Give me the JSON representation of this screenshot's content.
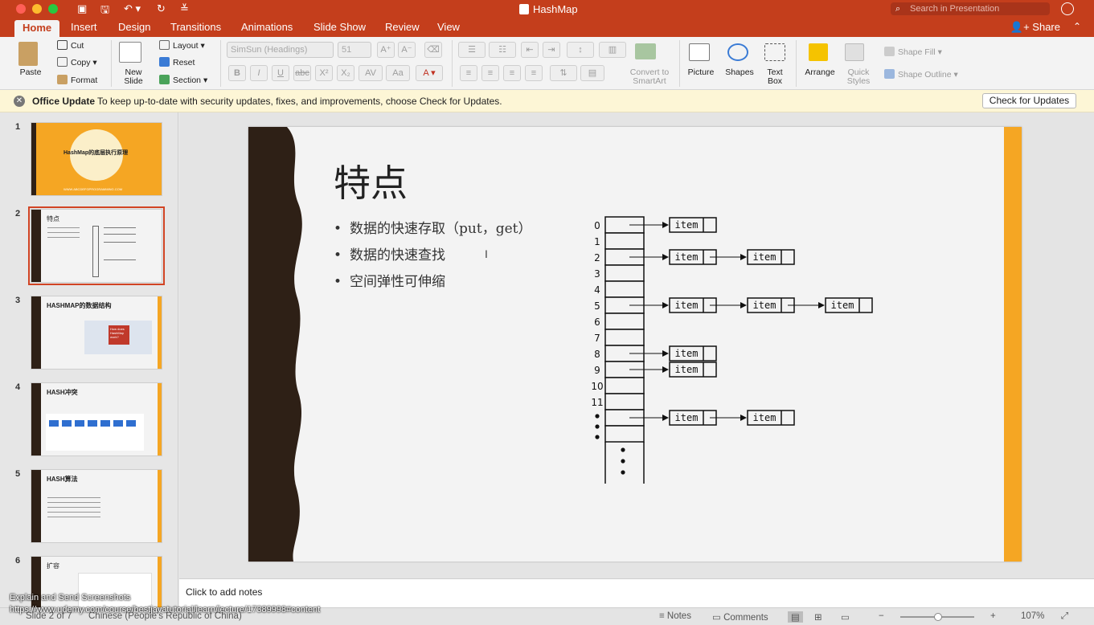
{
  "window": {
    "title": "HashMap",
    "search_placeholder": "Search in Presentation",
    "share_label": "Share"
  },
  "tabs": [
    "Home",
    "Insert",
    "Design",
    "Transitions",
    "Animations",
    "Slide Show",
    "Review",
    "View"
  ],
  "ribbon": {
    "paste": "Paste",
    "cut": "Cut",
    "copy": "Copy",
    "format": "Format",
    "new_slide_1": "New",
    "new_slide_2": "Slide",
    "layout": "Layout",
    "reset": "Reset",
    "section": "Section",
    "font_name": "SimSun (Headings)",
    "font_size": "51",
    "convert_1": "Convert to",
    "convert_2": "SmartArt",
    "picture": "Picture",
    "shapes": "Shapes",
    "textbox_1": "Text",
    "textbox_2": "Box",
    "arrange": "Arrange",
    "quick_1": "Quick",
    "quick_2": "Styles",
    "shape_fill": "Shape Fill",
    "shape_outline": "Shape Outline"
  },
  "update_bar": {
    "title": "Office Update",
    "message": "To keep up-to-date with security updates, fixes, and improvements, choose Check for Updates.",
    "button": "Check for Updates"
  },
  "thumbnails": [
    {
      "num": "1",
      "title": "HashMap的底层执行原理",
      "footer": "WWW.ABCDEFGPROGRAMMING.COM"
    },
    {
      "num": "2",
      "title": "特点"
    },
    {
      "num": "3",
      "title": "HASHMAP的数据结构",
      "callout": "How does HashMap work?"
    },
    {
      "num": "4",
      "title": "HASH冲突"
    },
    {
      "num": "5",
      "title": "HASH算法"
    },
    {
      "num": "6",
      "title": "扩容"
    }
  ],
  "slide": {
    "title": "特点",
    "bullets": [
      "数据的快速存取（put，get）",
      "数据的快速查找",
      "空间弹性可伸缩"
    ],
    "diagram": {
      "indices": [
        "0",
        "1",
        "2",
        "3",
        "4",
        "5",
        "6",
        "7",
        "8",
        "9",
        "10",
        "11"
      ],
      "node_label": "item",
      "chains": [
        {
          "index": "0",
          "length": 1
        },
        {
          "index": "2",
          "length": 2
        },
        {
          "index": "5",
          "length": 3
        },
        {
          "index": "8",
          "length": 1
        },
        {
          "index": "9",
          "length": 1
        },
        {
          "index": "dots",
          "length": 2
        }
      ]
    }
  },
  "notes": {
    "placeholder": "Click to add notes"
  },
  "status": {
    "slide_pos": "Slide 2 of 7",
    "language": "Chinese (People's Republic of China)",
    "notes": "Notes",
    "comments": "Comments",
    "zoom": "107%"
  },
  "overlay": {
    "line1": "Explain and Send Screenshots",
    "line2": "https://www.udemy.com/course/bestjavatutorial/learn/lecture/17389998#content"
  },
  "colors": {
    "accent": "#c43e1c",
    "slide_orange": "#f5a623",
    "slide_dark": "#2e2016"
  }
}
